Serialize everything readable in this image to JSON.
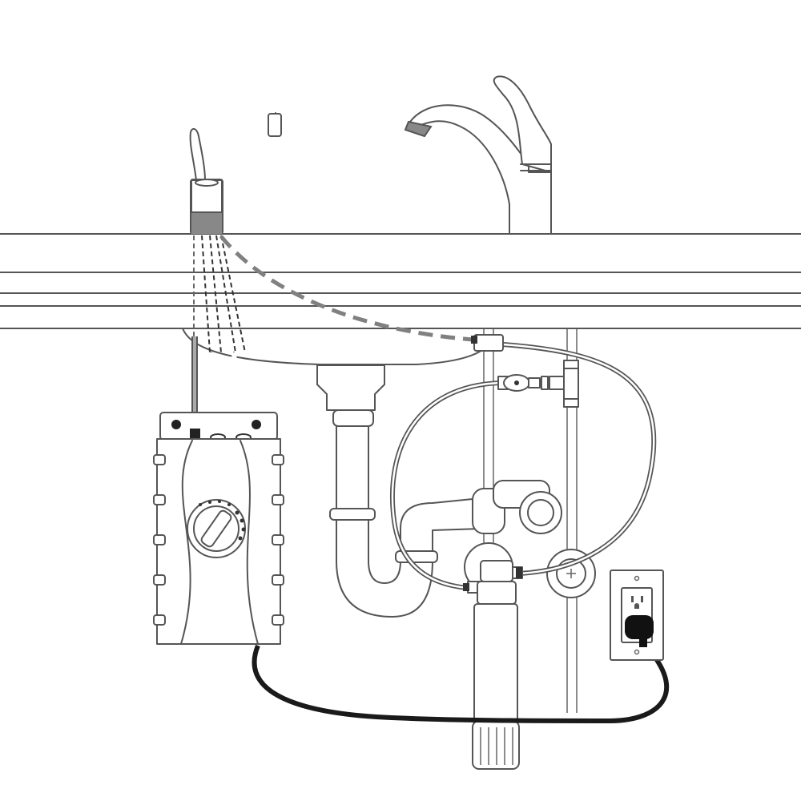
{
  "diagram": {
    "kind": "under-sink hot water dispenser installation",
    "colors": {
      "outline": "#555555",
      "power_cord": "#1a1a1a",
      "dashed_hidden": "#808080",
      "background": "#ffffff"
    },
    "components": [
      {
        "id": "hot-water-faucet",
        "icon": "faucet-icon"
      },
      {
        "id": "kitchen-faucet",
        "icon": "faucet-icon"
      },
      {
        "id": "countertop",
        "icon": "countertop-icon"
      },
      {
        "id": "sink-basin",
        "icon": "sink-icon"
      },
      {
        "id": "water-heater-tank",
        "icon": "tank-icon"
      },
      {
        "id": "temperature-dial",
        "icon": "dial-icon"
      },
      {
        "id": "water-filter",
        "icon": "filter-icon"
      },
      {
        "id": "p-trap-drain",
        "icon": "pipe-icon"
      },
      {
        "id": "shutoff-valve",
        "icon": "valve-icon"
      },
      {
        "id": "tee-fitting",
        "icon": "tee-icon"
      },
      {
        "id": "wall-outlet",
        "icon": "outlet-icon"
      },
      {
        "id": "power-plug",
        "icon": "plug-icon"
      }
    ]
  }
}
